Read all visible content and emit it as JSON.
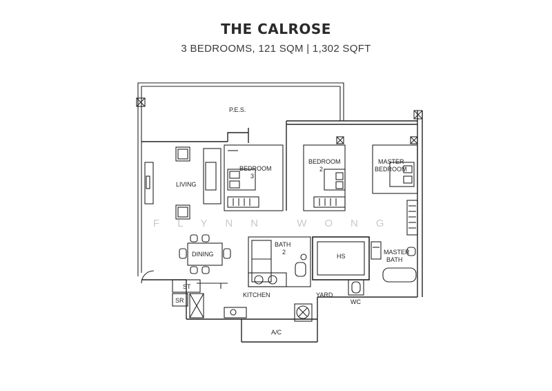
{
  "header": {
    "title": "THE CALROSE",
    "subtitle": "3 BEDROOMS, 121 SQM | 1,302 SQFT"
  },
  "watermark": "FLYNN WONG",
  "rooms": {
    "pes": "P.E.S.",
    "living": "LIVING",
    "bedroom3_a": "BEDROOM",
    "bedroom3_b": "3",
    "bedroom2_a": "BEDROOM",
    "bedroom2_b": "2",
    "master_a": "MASTER",
    "master_b": "BEDROOM",
    "dining": "DINING",
    "bath2_a": "BATH",
    "bath2_b": "2",
    "hs": "HS",
    "master_bath_a": "MASTER",
    "master_bath_b": "BATH",
    "st": "ST",
    "sr": "SR",
    "kitchen": "KITCHEN",
    "yard": "YARD",
    "wc": "WC",
    "ac": "A/C"
  }
}
